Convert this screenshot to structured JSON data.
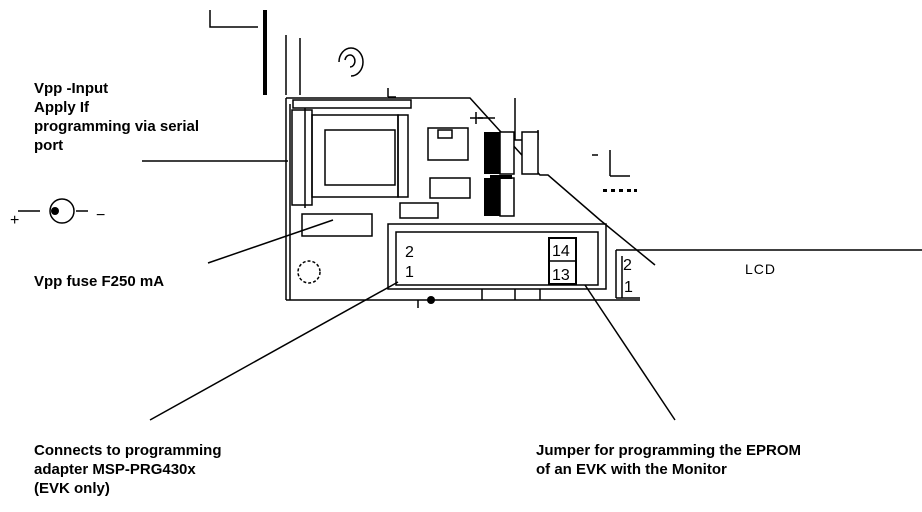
{
  "labels": {
    "vpp_input": [
      "Vpp -Input",
      "Apply If",
      "programming via serial",
      "port"
    ],
    "vpp_fuse": "Vpp fuse F250 mA",
    "connects": [
      "Connects to programming",
      "adapter MSP-PRG430x",
      "(EVK only)"
    ],
    "jumper": [
      "Jumper for programming the EPROM",
      "of an EVK with the Monitor"
    ]
  },
  "connector": {
    "pin_2": "2",
    "pin_1": "1",
    "pin_14": "14",
    "pin_13": "13"
  },
  "lcd": {
    "pin_2": "2",
    "pin_1": "1",
    "label": "LCD"
  },
  "power_symbol": {
    "plus": "+",
    "minus": "−"
  }
}
